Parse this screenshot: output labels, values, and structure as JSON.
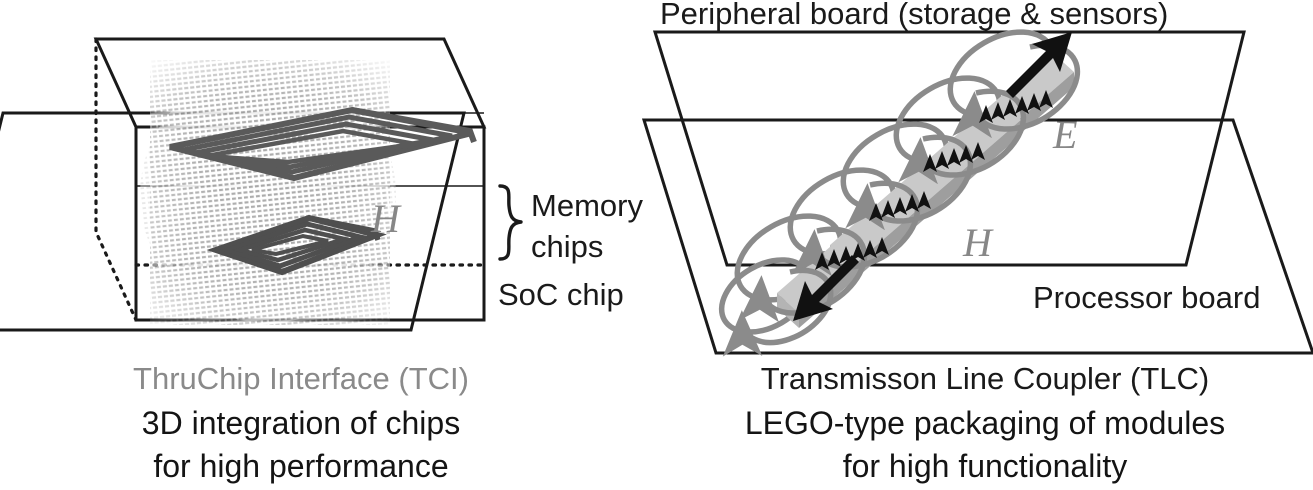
{
  "figure": {
    "background_color": "#ffffff",
    "ink_color": "#1a1a1a",
    "field_label_color": "#878787",
    "tci_caption_color": "#8a8a8a",
    "coil_color": "#5a5a5a",
    "line_top_color": "#c9c9c9",
    "line_side_color": "#9e9e9e",
    "loop_color": "#8b8b8b"
  },
  "left_panel": {
    "name": "ThruChip Interface illustration",
    "labels": {
      "memory_chips_line1": "Memory",
      "memory_chips_line2": "chips",
      "soc_chip": "SoC chip",
      "magnetic_field_symbol": "H"
    },
    "caption": {
      "title": "ThruChip Interface (TCI)",
      "line2": "3D integration of chips",
      "line3": "for high performance"
    }
  },
  "right_panel": {
    "name": "Transmission Line Coupler illustration",
    "labels": {
      "peripheral_board": "Peripheral board (storage & sensors)",
      "processor_board": "Processor board",
      "electric_field_symbol": "E",
      "magnetic_field_symbol": "H"
    },
    "caption": {
      "title": "Transmisson Line Coupler (TLC)",
      "line2": "LEGO-type packaging of modules",
      "line3": "for high functionality"
    }
  }
}
